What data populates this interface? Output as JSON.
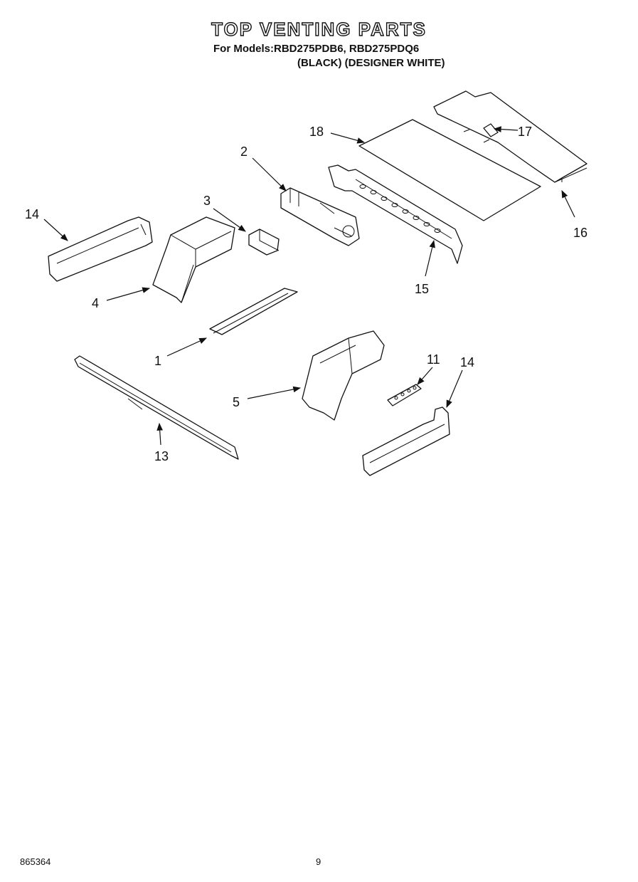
{
  "header": {
    "title": "TOP VENTING PARTS",
    "models": "For Models:RBD275PDB6, RBD275PDQ6",
    "variants": "(BLACK)  (DESIGNER WHITE)"
  },
  "footer": {
    "doc_number": "865364",
    "page_number": "9"
  },
  "callouts": {
    "c1": "1",
    "c2": "2",
    "c3": "3",
    "c4": "4",
    "c5": "5",
    "c11": "11",
    "c13": "13",
    "c14a": "14",
    "c14b": "14",
    "c15": "15",
    "c16": "16",
    "c17": "17",
    "c18": "18"
  }
}
